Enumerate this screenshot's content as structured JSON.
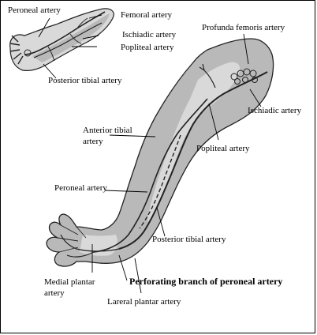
{
  "colors": {
    "limb_fill": "#b9b9b9",
    "limb_light": "#d9d9d9",
    "outline": "#222222",
    "vessel": "#333333",
    "background": "#ffffff"
  },
  "labels": {
    "inset_peroneal_artery": "Peroneal artery",
    "inset_femoral_artery": "Femoral artery",
    "inset_ischiadic_artery": "Ischiadic artery",
    "inset_popliteal_artery": "Popliteal artery",
    "inset_posterior_tibial_artery": "Posterior tibial artery",
    "profunda_femoris_artery": "Profunda femoris artery",
    "ischiadic_artery": "Ischiadic artery",
    "anterior_tibial_artery_line1": "Anterior tibial",
    "anterior_tibial_artery_line2": "artery",
    "popliteal_artery": "Popliteal artery",
    "peroneal_artery": "Peroneal artery",
    "posterior_tibial_artery": "Posterior tibial artery",
    "medial_plantar_artery_line1": "Medial plantar",
    "medial_plantar_artery_line2": "artery",
    "perforating_branch": "Perforating branch of peroneal artery",
    "lateral_plantar_artery": "Lareral plantar artery"
  }
}
